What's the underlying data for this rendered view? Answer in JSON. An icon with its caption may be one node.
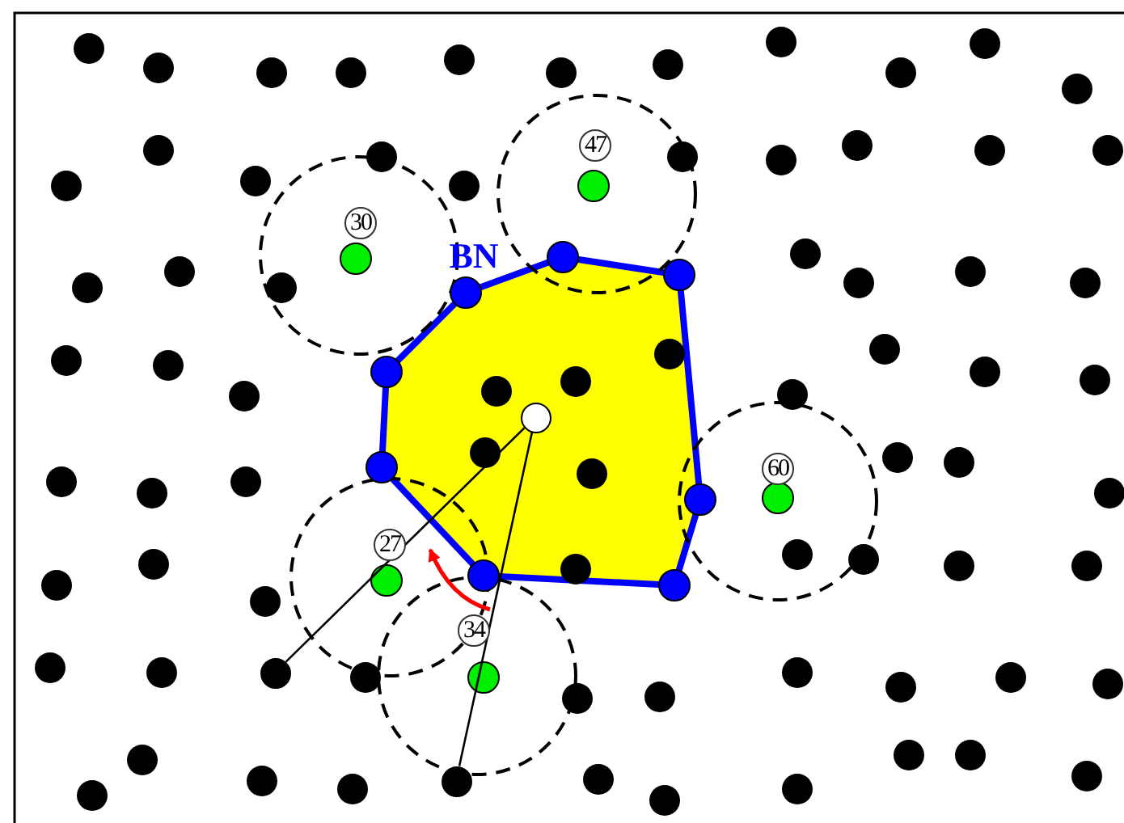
{
  "diagram": {
    "nodes": [
      {
        "text": [],
        "shape": "circle"
      },
      {
        "text": [],
        "shape": "circle"
      },
      {
        "text": [],
        "shape": "circle"
      }
    ],
    "edges": [
      {
        "from": 0,
        "to": 1,
        "arrow": "none"
      },
      {
        "from": 0,
        "to": 2,
        "arrow": "none"
      }
    ],
    "labels": [
      "47",
      "30",
      "BN",
      "60",
      "27",
      "34"
    ]
  }
}
